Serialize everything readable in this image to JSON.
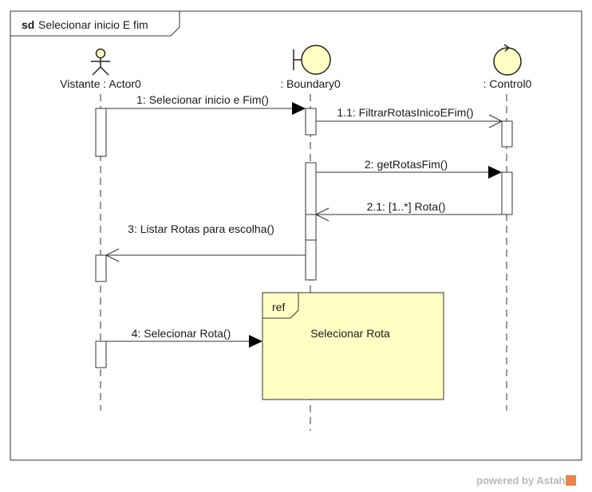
{
  "frame": {
    "keyword": "sd",
    "title": "Selecionar inicio E fim"
  },
  "lifelines": [
    {
      "name": "Vistante : Actor0",
      "kind": "actor"
    },
    {
      "name": ": Boundary0",
      "kind": "boundary"
    },
    {
      "name": ": Control0",
      "kind": "control"
    }
  ],
  "messages": [
    {
      "label": "1: Selecionar inicio e Fim()",
      "from": "Vistante : Actor0",
      "to": ": Boundary0",
      "kind": "sync"
    },
    {
      "label": "1.1: FiltrarRotasInicoEFim()",
      "from": ": Boundary0",
      "to": ": Control0",
      "kind": "async"
    },
    {
      "label": "2: getRotasFim()",
      "from": ": Boundary0",
      "to": ": Control0",
      "kind": "sync"
    },
    {
      "label": "2.1: [1..*] Rota()",
      "from": ": Control0",
      "to": ": Boundary0",
      "kind": "reply"
    },
    {
      "label": "3: Listar Rotas para escolha()",
      "from": ": Boundary0",
      "to": "Vistante : Actor0",
      "kind": "async"
    },
    {
      "label": "4: Selecionar Rota()",
      "from": "Vistante : Actor0",
      "to": "ref",
      "kind": "sync"
    }
  ],
  "ref": {
    "tag": "ref",
    "name": "Selecionar Rota",
    "fill": "#ffffc4"
  },
  "colors": {
    "actor_fill": "#ffffc4",
    "line": "#333333"
  },
  "watermark": "powered by Astah"
}
